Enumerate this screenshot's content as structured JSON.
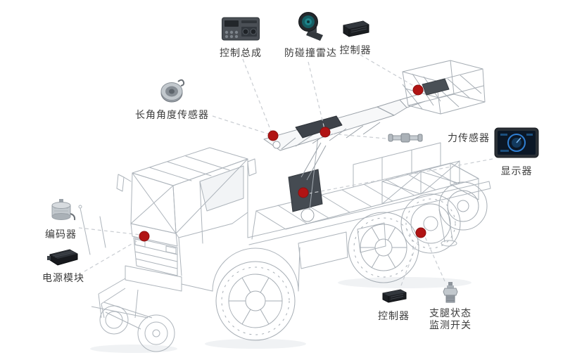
{
  "page": {
    "background": "#ffffff",
    "type": "truck-sensor-callout-diagram"
  },
  "colors": {
    "marker": "#b11414",
    "dashed_line": "#c9cdd2",
    "wireframe": "#adb4bb",
    "label_text": "#3c3c3c",
    "display_accent": "#2f7fd4",
    "radar_lens": "#1f858c"
  },
  "callouts": [
    {
      "id": "control-assembly",
      "label": "控制总成",
      "icon": "control-assembly-image"
    },
    {
      "id": "anti-collision-radar",
      "label": "防碰撞雷达",
      "icon": "anti-collision-radar-image"
    },
    {
      "id": "controller-top",
      "label": "控制器",
      "icon": "controller-image"
    },
    {
      "id": "boom-angle-sensor",
      "label": "长角角度传感器",
      "icon": "angle-sensor-image"
    },
    {
      "id": "force-sensor",
      "label": "力传感器",
      "icon": "force-sensor-image"
    },
    {
      "id": "display",
      "label": "显示器",
      "icon": "display-image"
    },
    {
      "id": "encoder",
      "label": "编码器",
      "icon": "encoder-image"
    },
    {
      "id": "power-module",
      "label": "电源模块",
      "icon": "power-module-image"
    },
    {
      "id": "controller-bottom",
      "label": "控制器",
      "icon": "controller-image"
    },
    {
      "id": "outrigger-switch",
      "label_line1": "支腿状态",
      "label_line2": "监测开关",
      "icon": "outrigger-switch-image"
    }
  ],
  "markers": {
    "count": 6,
    "color": "#b11414"
  }
}
